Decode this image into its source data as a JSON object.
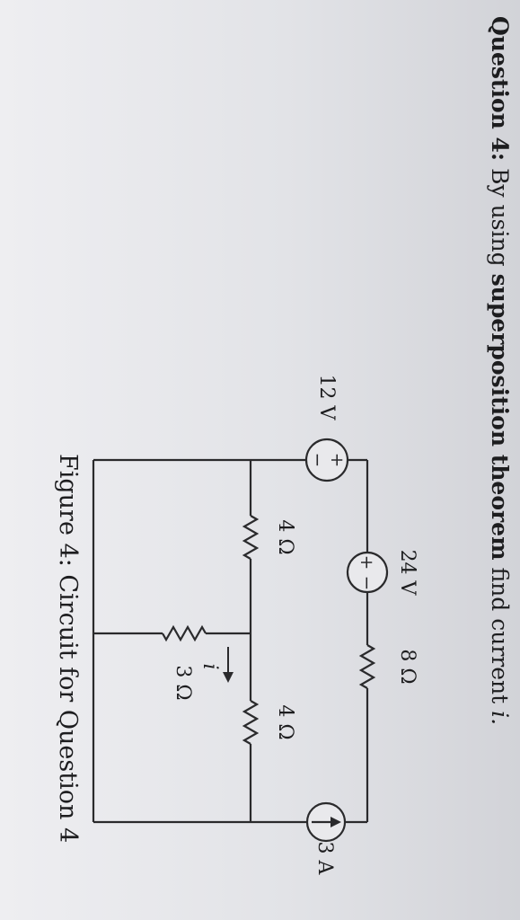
{
  "question": {
    "label": "Question 4:",
    "text_before": "By using",
    "emphasis": "superposition theorem",
    "text_after": "find current",
    "variable": "i."
  },
  "figure": {
    "caption": "Figure 4: Circuit for Question 4",
    "components": {
      "voltage_source_24": "24 V",
      "resistor_top_right": "8 Ω",
      "voltage_source_12": "12 V",
      "resistor_left_middle": "4 Ω",
      "resistor_right_middle": "4 Ω",
      "resistor_bottom": "3 Ω",
      "current_source": "3 A",
      "current_label": "i"
    },
    "polarity": {
      "plus": "+",
      "minus": "−"
    }
  }
}
